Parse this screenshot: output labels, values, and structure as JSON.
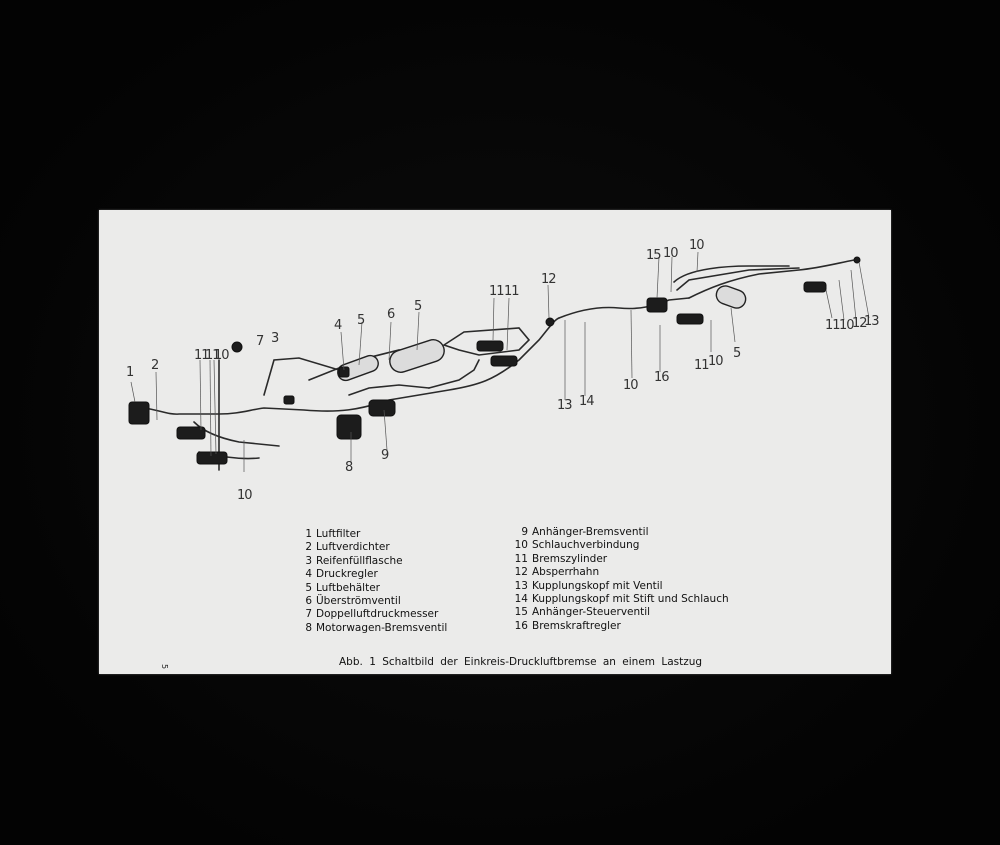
{
  "diagram": {
    "callouts": [
      {
        "id": "c1",
        "text": "1"
      },
      {
        "id": "c2",
        "text": "2"
      },
      {
        "id": "c11a",
        "text": "11"
      },
      {
        "id": "c11b",
        "text": "11"
      },
      {
        "id": "c10a",
        "text": "10"
      },
      {
        "id": "c7",
        "text": "7"
      },
      {
        "id": "c3",
        "text": "3"
      },
      {
        "id": "c4",
        "text": "4"
      },
      {
        "id": "c5a",
        "text": "5"
      },
      {
        "id": "c6",
        "text": "6"
      },
      {
        "id": "c5b",
        "text": "5"
      },
      {
        "id": "c8",
        "text": "8"
      },
      {
        "id": "c9",
        "text": "9"
      },
      {
        "id": "c10b",
        "text": "10"
      },
      {
        "id": "c11c",
        "text": "11"
      },
      {
        "id": "c11d",
        "text": "11"
      },
      {
        "id": "c12",
        "text": "12"
      },
      {
        "id": "c13a",
        "text": "13"
      },
      {
        "id": "c14",
        "text": "14"
      },
      {
        "id": "c10c",
        "text": "10"
      },
      {
        "id": "c15",
        "text": "15"
      },
      {
        "id": "c10d",
        "text": "10"
      },
      {
        "id": "c10e",
        "text": "10"
      },
      {
        "id": "c16",
        "text": "16"
      },
      {
        "id": "c11e",
        "text": "11"
      },
      {
        "id": "c10f",
        "text": "10"
      },
      {
        "id": "c5c",
        "text": "5"
      },
      {
        "id": "c11f",
        "text": "11"
      },
      {
        "id": "c10g",
        "text": "10"
      },
      {
        "id": "c12b",
        "text": "12"
      },
      {
        "id": "c13b",
        "text": "13"
      }
    ]
  },
  "legend": {
    "left": [
      {
        "n": "1",
        "label": "Luftfilter"
      },
      {
        "n": "2",
        "label": "Luftverdichter"
      },
      {
        "n": "3",
        "label": "Reifenfüllflasche"
      },
      {
        "n": "4",
        "label": "Druckregler"
      },
      {
        "n": "5",
        "label": "Luftbehälter"
      },
      {
        "n": "6",
        "label": "Überströmventil"
      },
      {
        "n": "7",
        "label": "Doppelluftdruckmesser"
      },
      {
        "n": "8",
        "label": "Motorwagen-Bremsventil"
      }
    ],
    "right": [
      {
        "n": "9",
        "label": "Anhänger-Bremsventil"
      },
      {
        "n": "10",
        "label": "Schlauchverbindung"
      },
      {
        "n": "11",
        "label": "Bremszylinder"
      },
      {
        "n": "12",
        "label": "Absperrhahn"
      },
      {
        "n": "13",
        "label": "Kupplungskopf mit Ventil"
      },
      {
        "n": "14",
        "label": "Kupplungskopf mit Stift und Schlauch"
      },
      {
        "n": "15",
        "label": "Anhänger-Steuerventil"
      },
      {
        "n": "16",
        "label": "Bremskraftregler"
      }
    ]
  },
  "caption": "Abb. 1  Schaltbild der Einkreis-Druckluftbremse an einem Lastzug",
  "page_number": "5",
  "colors": {
    "background": "#050505",
    "paper": "#ebebea",
    "ink": "#111111"
  }
}
